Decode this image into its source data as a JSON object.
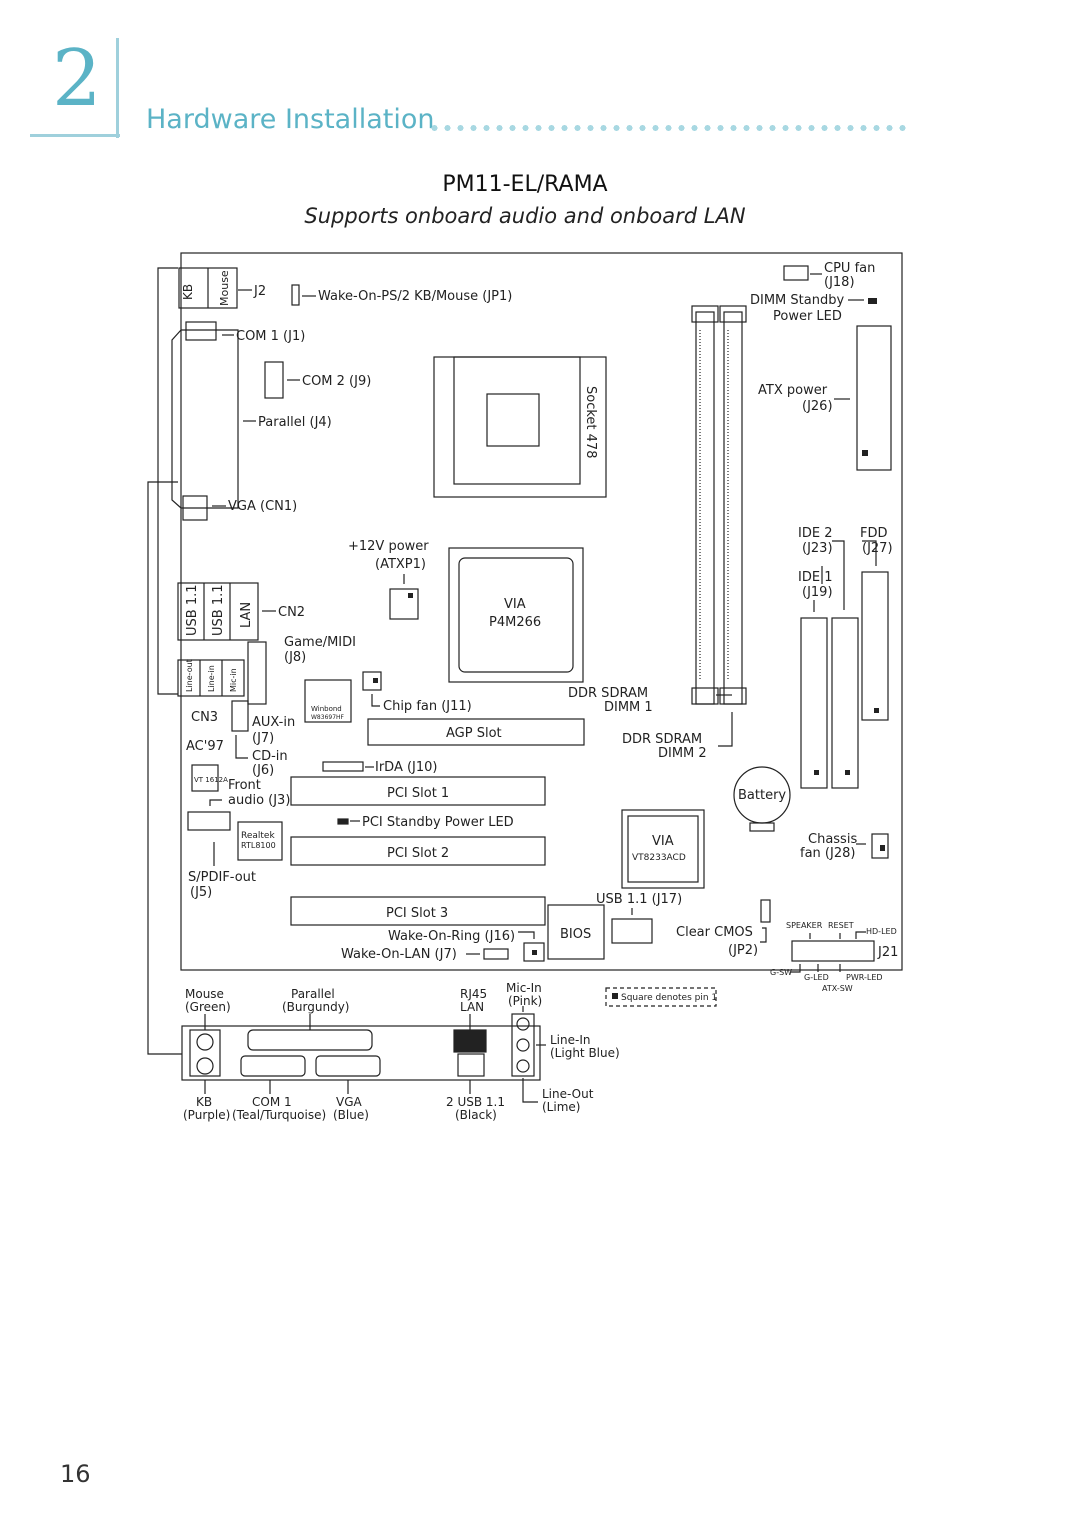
{
  "chapter": {
    "number": "2",
    "title": "Hardware Installation"
  },
  "board": {
    "name": "PM11-EL/RAMA",
    "subtitle": "Supports onboard audio and onboard LAN"
  },
  "page_number": "16",
  "labels": {
    "kb": "KB",
    "mouse": "Mouse",
    "j2": "J2",
    "wake_ps2": "Wake-On-PS/2 KB/Mouse (JP1)",
    "com1": "COM 1 (J1)",
    "com2": "COM 2 (J9)",
    "parallel": "Parallel (J4)",
    "vga": "VGA (CN1)",
    "cpu_fan": "CPU fan",
    "j18": "(J18)",
    "dimm_standby": "DIMM Standby",
    "power_led": "Power LED",
    "atx_power": "ATX power",
    "j26": "(J26)",
    "socket": "Socket 478",
    "v12_power": "+12V power",
    "atxp1": "(ATXP1)",
    "via": "VIA",
    "p4m266": "P4M266",
    "ide2": "IDE 2",
    "j23": "(J23)",
    "fdd": "FDD",
    "j27": "(J27)",
    "ide1": "IDE 1",
    "j19": "(J19)",
    "usb11_a": "USB 1.1",
    "usb11_b": "USB 1.1",
    "lan": "LAN",
    "cn2": "CN2",
    "game_midi": "Game/MIDI",
    "j8": "(J8)",
    "line_out_v": "Line-out",
    "line_in_v": "Line-in",
    "mic_in_v": "Mic-in",
    "cn3": "CN3",
    "aux_in": "AUX-in",
    "j7": "(J7)",
    "ac97": "AC'97",
    "cd_in": "CD-in",
    "j6": "(J6)",
    "front": "Front",
    "audio_j3": "audio (J3)",
    "vt1612a": "VT 1612A",
    "winbond": "Winbond",
    "w83697hf": "W83697HF",
    "chip_fan": "Chip fan (J11)",
    "agp": "AGP Slot",
    "irda": "IrDA (J10)",
    "ddr1": "DDR SDRAM",
    "dimm1": "DIMM 1",
    "ddr2": "DDR SDRAM",
    "dimm2": "DIMM 2",
    "battery": "Battery",
    "pci1": "PCI Slot 1",
    "pci_standby": "PCI Standby Power LED",
    "pci2": "PCI Slot 2",
    "pci3": "PCI Slot 3",
    "realtek": "Realtek",
    "rtl8100": "RTL8100",
    "via2": "VIA",
    "vt8233acd": "VT8233ACD",
    "chassis": "Chassis",
    "fan_j28": "fan (J28)",
    "spdif": "S/PDIF-out",
    "j5": "(J5)",
    "usb_j17": "USB 1.1 (J17)",
    "wake_ring": "Wake-On-Ring (J16)",
    "wake_lan": "Wake-On-LAN (J7)",
    "bios": "BIOS",
    "clear_cmos": "Clear CMOS",
    "jp2": "(JP2)",
    "speaker": "SPEAKER",
    "reset": "RESET",
    "hd_led": "HD-LED",
    "j21": "J21",
    "g_sw": "G-SW",
    "g_led": "G-LED",
    "pwr_led": "PWR-LED",
    "atx_sw": "ATX-SW",
    "sq_note": "Square denotes pin 1"
  },
  "rear": {
    "mouse": "Mouse",
    "green": "(Green)",
    "parallel": "Parallel",
    "burgundy": "(Burgundy)",
    "rj45": "RJ45",
    "lan": "LAN",
    "mic_in": "Mic-In",
    "pink": "(Pink)",
    "line_in": "Line-In",
    "light_blue": "(Light Blue)",
    "line_out": "Line-Out",
    "lime": "(Lime)",
    "kb": "KB",
    "purple": "(Purple)",
    "com1": "COM 1",
    "teal": "(Teal/Turquoise)",
    "vga": "VGA",
    "blue": "(Blue)",
    "usb": "2 USB 1.1",
    "black": "(Black)"
  },
  "colors": {
    "accent": "#5bb3c6",
    "accent_light": "#a8d8e2",
    "line": "#222222"
  }
}
